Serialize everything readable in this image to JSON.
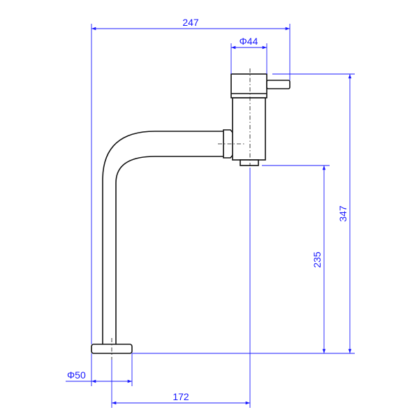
{
  "colors": {
    "dimension": "#1a1aff",
    "outline": "#111111",
    "background": "#ffffff"
  },
  "dimensions": {
    "overall_width": "247",
    "handle_diameter": "Φ44",
    "overall_height": "347",
    "spout_height": "235",
    "base_diameter": "Φ50",
    "spout_reach": "172"
  }
}
